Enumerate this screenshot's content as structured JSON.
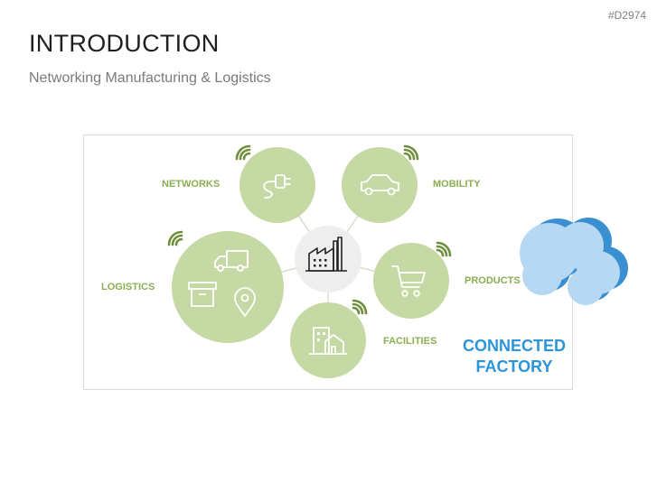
{
  "slide": {
    "tag": "#D2974",
    "title": "INTRODUCTION",
    "subtitle": "Networking Manufacturing & Logistics"
  },
  "diagram": {
    "nodes": {
      "networks": "NETWORKS",
      "mobility": "MOBILITY",
      "logistics": "LOGISTICS",
      "products": "PRODUCTS",
      "facilities": "FACILITIES"
    },
    "connected_line1": "CONNECTED",
    "connected_line2": "FACTORY"
  },
  "colors": {
    "circle_fill": "#c5d9a5",
    "label": "#8aae52",
    "wifi": "#6f8f3d",
    "center": "#eeeeee",
    "cloud_front": "#b6d8f3",
    "cloud_side": "#3a8fd0",
    "connected_text": "#2b95d9"
  },
  "icons": [
    "plug-icon",
    "car-icon",
    "truck-icon",
    "box-icon",
    "location-pin-icon",
    "factory-icon",
    "cart-icon",
    "building-icon",
    "wifi-icon",
    "cloud-icon"
  ]
}
